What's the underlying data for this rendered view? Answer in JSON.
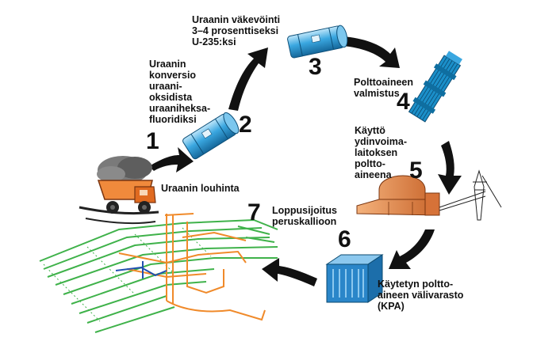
{
  "steps": [
    {
      "number": "1",
      "label": "Uraanin louhinta"
    },
    {
      "number": "2",
      "label": "Uraanin\nkonversio\nuraani-\noksidista\nuraaniheksa-\nfluoridiksi"
    },
    {
      "number": "3",
      "label": "Uraanin väkevöinti\n3–4 prosenttiseksi\nU-235:ksi"
    },
    {
      "number": "4",
      "label": "Polttoaineen\nvalmistus"
    },
    {
      "number": "5",
      "label": "Käyttö\nydinvoima-\nlaitoksen\npoltto-\naineena"
    },
    {
      "number": "6",
      "label": "Käytetyn poltto-\naineen välivarasto\n(KPA)"
    },
    {
      "number": "7",
      "label": "Loppusijoitus\nperuskallioon"
    }
  ],
  "icons": [
    "mining-truck-icon",
    "uranium-cylinder-icon",
    "enrichment-cylinder-icon",
    "fuel-bundle-icon",
    "power-plant-icon",
    "storage-block-icon",
    "repository-tunnels-icon"
  ],
  "colors": {
    "cylinder": "#3aa7e0",
    "bundle": "#1b8fc9",
    "plant": "#e08a4a",
    "storage": "#2a86c9",
    "tunnels_green": "#3fb24a",
    "tunnels_orange": "#f08a2a",
    "tunnels_blue": "#2050b0",
    "arrow": "#111111"
  }
}
